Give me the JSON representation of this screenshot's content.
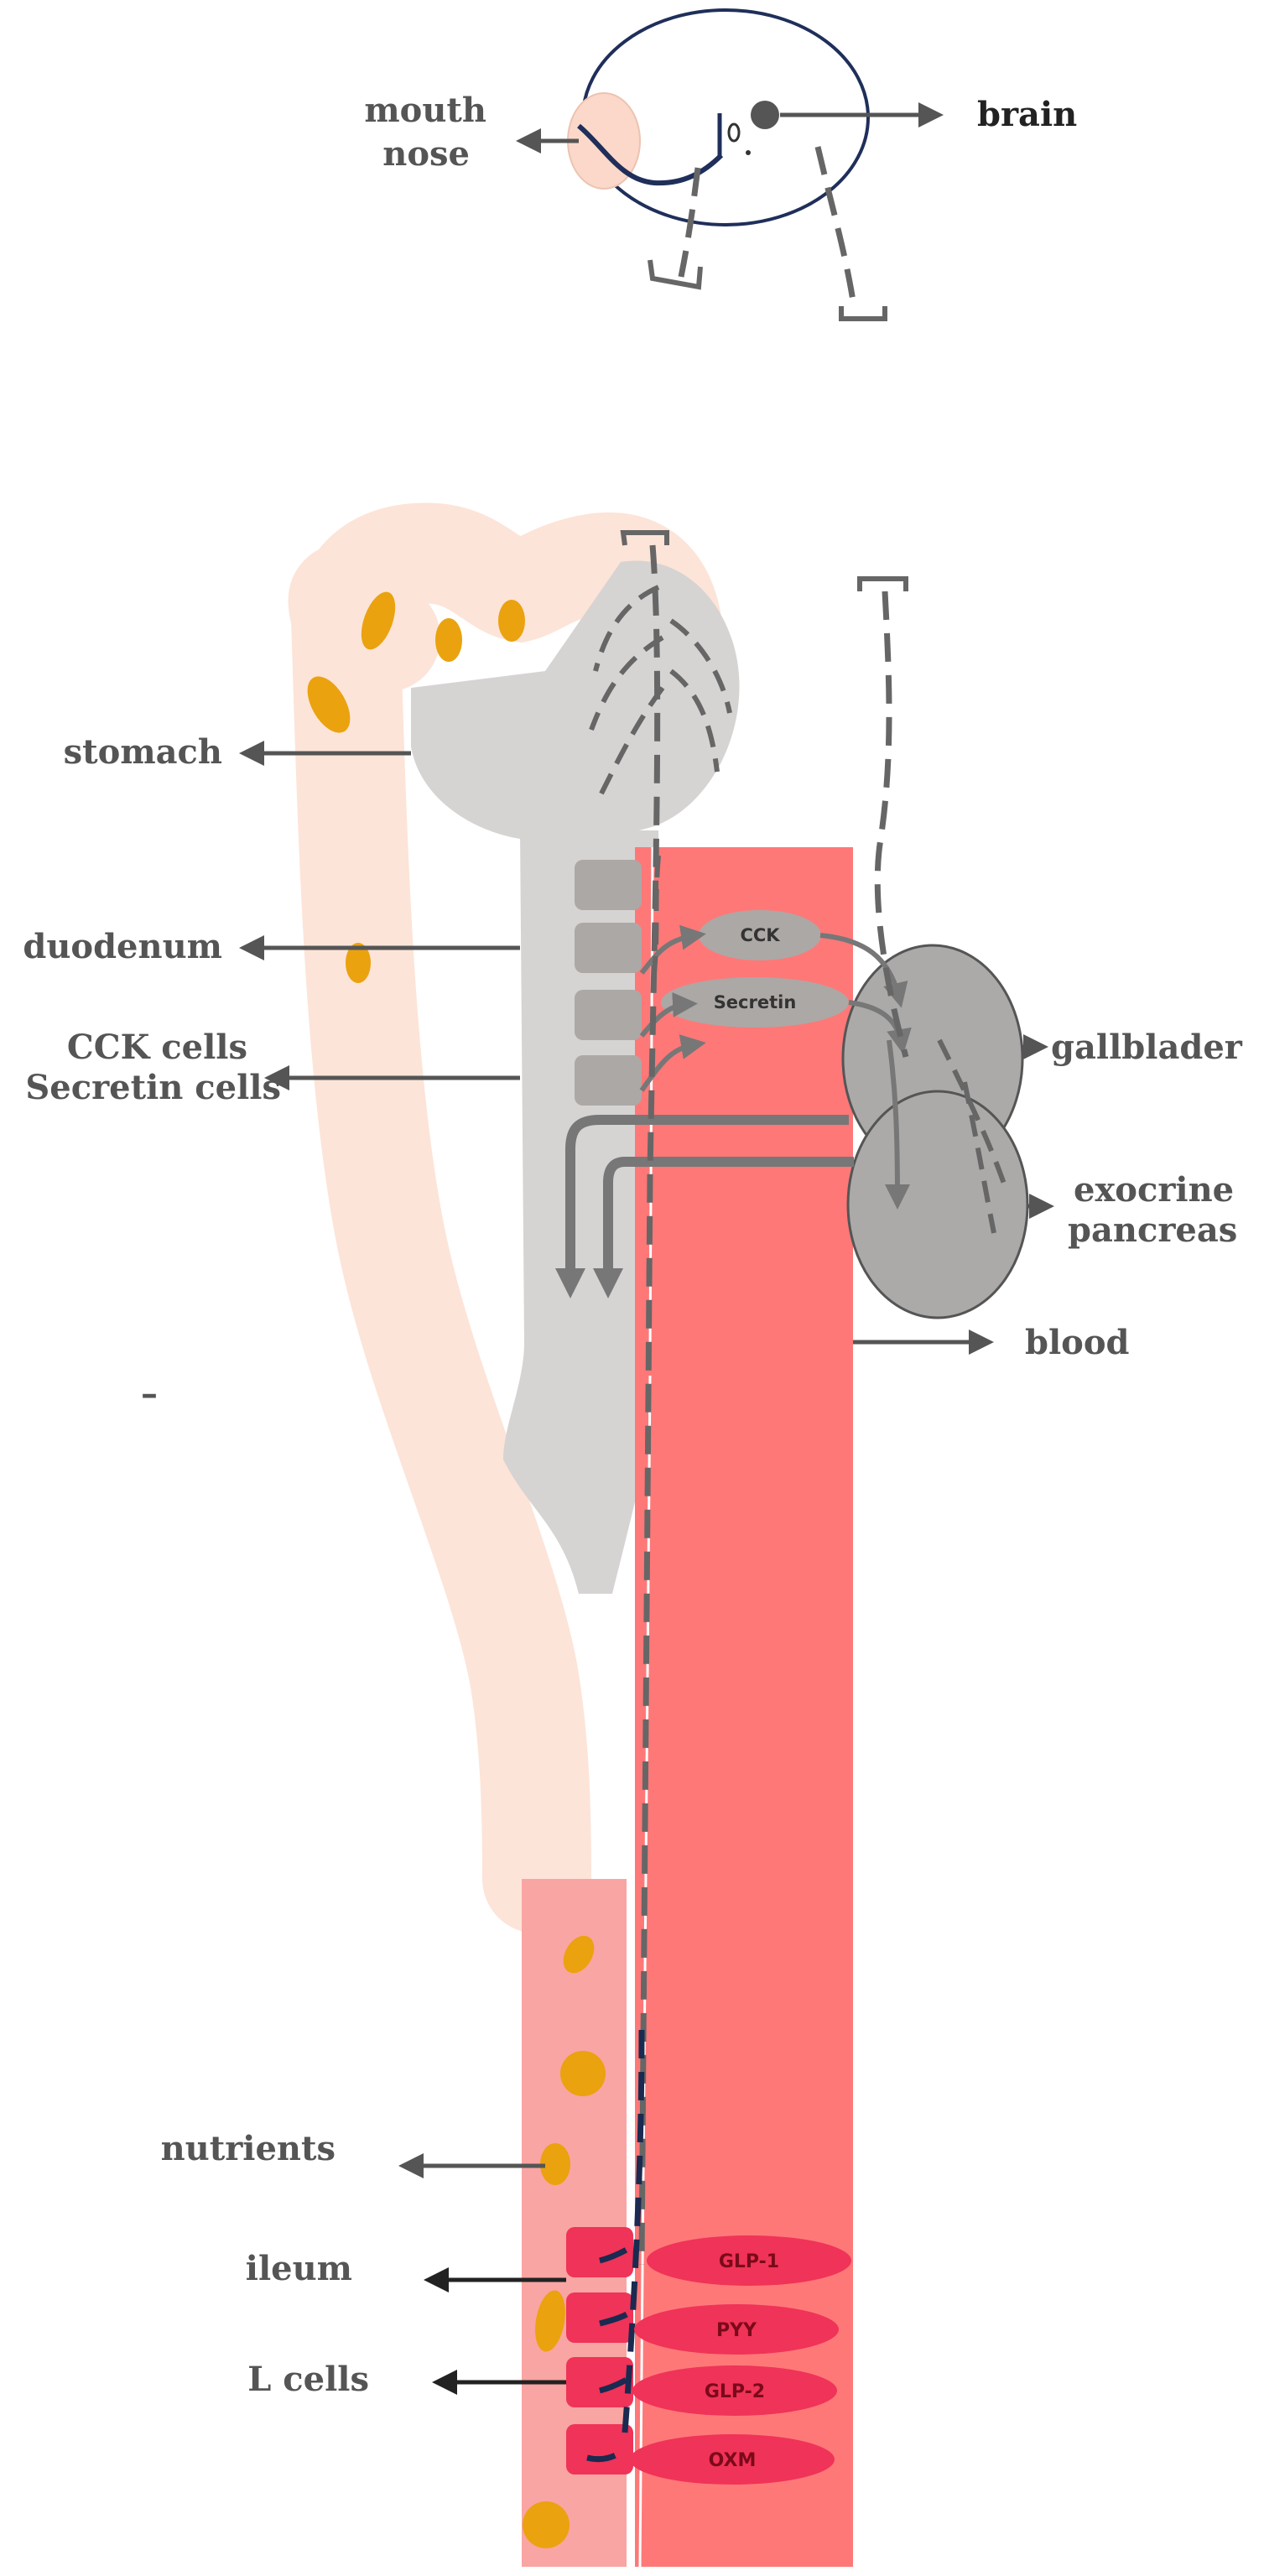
{
  "labels": {
    "mouth": "mouth",
    "nose": "nose",
    "brain": "brain",
    "stomach": "stomach",
    "duodenum": "duodenum",
    "cck_cells": "CCK cells",
    "secretin_cells": "Secretin cells",
    "gallbladder": "gallblader",
    "exocrine": "exocrine",
    "pancreas": "pancreas",
    "blood": "blood",
    "dash_mark": "–",
    "nutrients": "nutrients",
    "ileum": "ileum",
    "l_cells": "L cells"
  },
  "hormones": {
    "cck": "CCK",
    "secretin": "Secretin",
    "glp1": "GLP-1",
    "pyy": "PYY",
    "glp2": "GLP-2",
    "oxm": "OXM"
  },
  "colors": {
    "gut_tube": "#fde4d8",
    "stomach": "#d6d3d3",
    "cells": "#aca8a6",
    "nutrients": "#eaa20f",
    "blood_vessel": "#ff7878",
    "ileum": "#f9a5a3",
    "l_cells": "#f03358",
    "organs": "#acaaa9",
    "brain_outline": "#1f2f5a"
  }
}
